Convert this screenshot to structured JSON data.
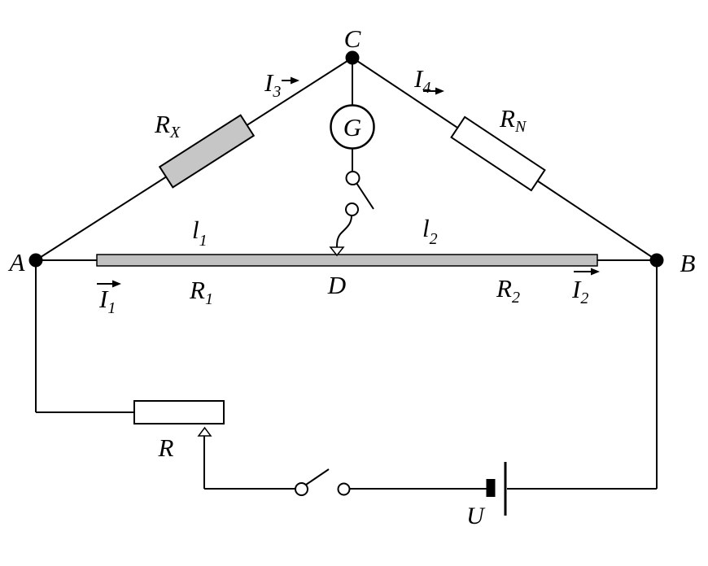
{
  "labels": {
    "node_a": "A",
    "node_b": "B",
    "node_c": "C",
    "node_d": "D",
    "galvanometer": "G",
    "voltage_source": "U",
    "rheostat": "R",
    "resistor_rx": {
      "base": "R",
      "sub": "X"
    },
    "resistor_rn": {
      "base": "R",
      "sub": "N"
    },
    "resistor_r1": {
      "base": "R",
      "sub": "1"
    },
    "resistor_r2": {
      "base": "R",
      "sub": "2"
    },
    "length_l1": {
      "base": "l",
      "sub": "1"
    },
    "length_l2": {
      "base": "l",
      "sub": "2"
    },
    "current_i1": {
      "base": "I",
      "sub": "1"
    },
    "current_i2": {
      "base": "I",
      "sub": "2"
    },
    "current_i3": {
      "base": "I",
      "sub": "3"
    },
    "current_i4": {
      "base": "I",
      "sub": "4"
    }
  },
  "colors": {
    "line": "#000000",
    "resistor_gray": "#c6c6c6",
    "slide_wire_gray": "#c0c0c0",
    "component_white": "#ffffff",
    "background": "#ffffff"
  }
}
